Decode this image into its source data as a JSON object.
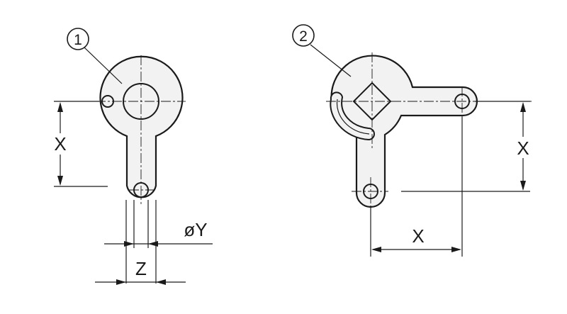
{
  "callouts": {
    "part1": "1",
    "part2": "2"
  },
  "dimensions": {
    "part1_height": "X",
    "part1_hole_diameter": "øY",
    "part1_arm_width": "Z",
    "part2_height": "X",
    "part2_width": "X"
  }
}
